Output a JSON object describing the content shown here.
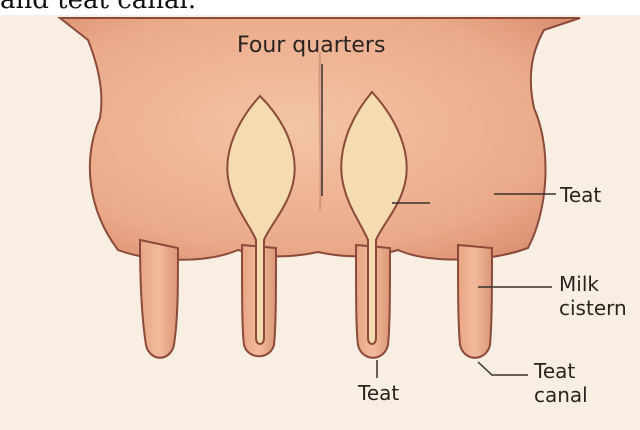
{
  "caption": "and teat canal.",
  "labels": {
    "four_quarters": "Four quarters",
    "teat_right": "Teat",
    "milk_cistern": "Milk cistern",
    "teat_bottom": "Teat",
    "teat_canal": "Teat canal"
  },
  "colors": {
    "background": "#f8eee2",
    "udder_skin": "#efb899",
    "udder_shadow": "#d88f70",
    "outline": "#8b4a3a",
    "cistern_fill": "#f5dbb0",
    "leader_line": "#3a302c"
  }
}
